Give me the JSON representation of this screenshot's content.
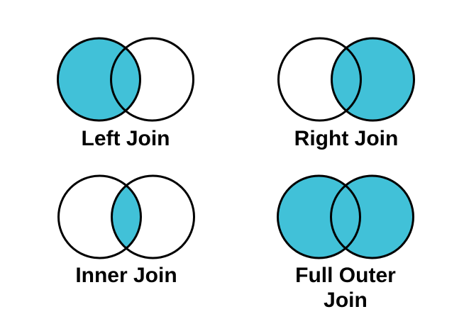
{
  "colors": {
    "join_fill": "#41C1D8",
    "outline": "#000000",
    "label_text": "#000000",
    "background": "#FFFFFF"
  },
  "diagrams": [
    {
      "id": "left-join",
      "label": "Left Join",
      "lines": [
        "Left Join"
      ],
      "shaded_region": "left circle including intersection"
    },
    {
      "id": "right-join",
      "label": "Right Join",
      "lines": [
        "Right Join"
      ],
      "shaded_region": "right circle including intersection"
    },
    {
      "id": "inner-join",
      "label": "Inner Join",
      "lines": [
        "Inner Join"
      ],
      "shaded_region": "intersection only"
    },
    {
      "id": "full-outer-join",
      "label": "Full Outer Join",
      "lines": [
        "Full Outer",
        "Join"
      ],
      "shaded_region": "both circles including intersection"
    }
  ]
}
